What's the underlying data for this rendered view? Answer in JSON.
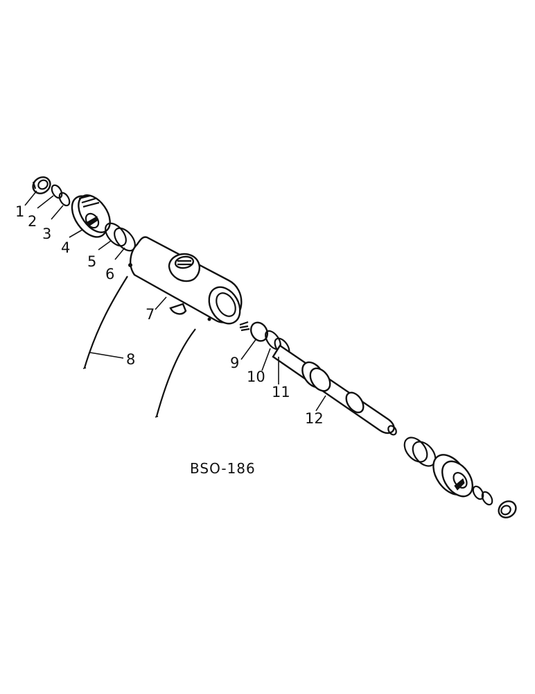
{
  "figure": {
    "reference_code": "BSO-186",
    "callouts": [
      "1",
      "2",
      "3",
      "4",
      "5",
      "6",
      "7",
      "8",
      "9",
      "10",
      "11",
      "12"
    ]
  }
}
